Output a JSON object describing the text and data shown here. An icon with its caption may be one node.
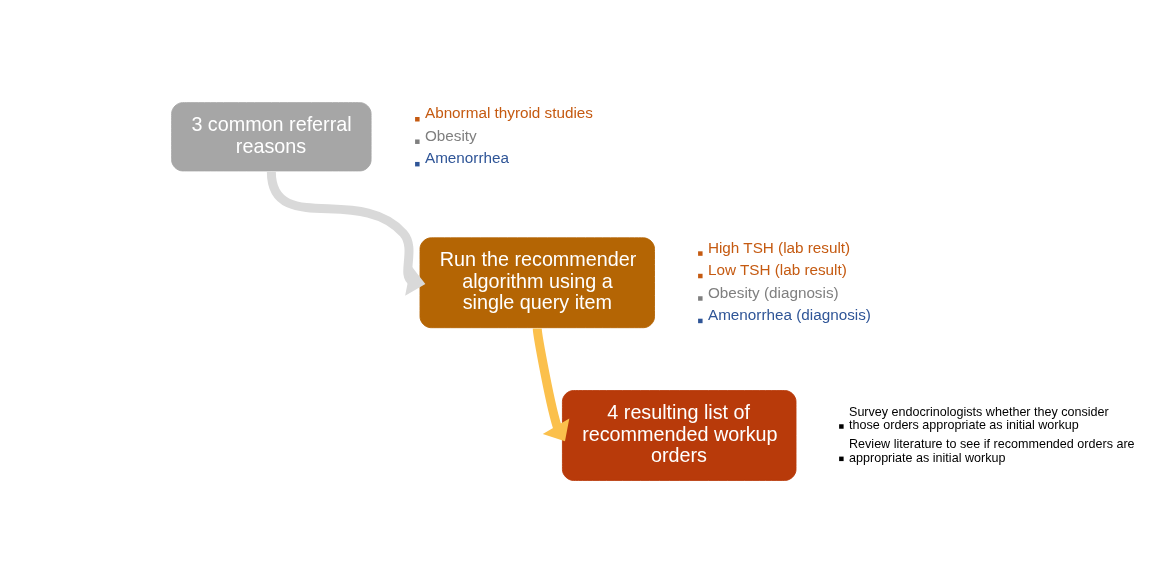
{
  "diagram": {
    "nodes": [
      {
        "text": [
          "3 common referral reasons"
        ],
        "beside": [
          "Abnormal thyroid studies",
          "Obesity",
          "Amenorrhea"
        ]
      },
      {
        "text": [
          "Run the recommender algorithm using a single query item"
        ],
        "beside": [
          "High TSH (lab result)",
          "Low TSH (lab result)",
          "Obesity (diagnosis)",
          "Amenorrhea (diagnosis)"
        ]
      },
      {
        "text": [
          "4 resulting list of recommended workup orders"
        ],
        "beside": [
          "Survey endocrinologists whether they consider those orders appropriate as initial workup",
          "Review literature to see if recommended orders are appropriate as initial workup"
        ]
      }
    ],
    "edges": [
      {
        "from": 0,
        "to": 1,
        "arrow": "to",
        "color": "#d9d9d9"
      },
      {
        "from": 1,
        "to": 2,
        "arrow": "to",
        "color": "#fbc04c"
      }
    ]
  }
}
